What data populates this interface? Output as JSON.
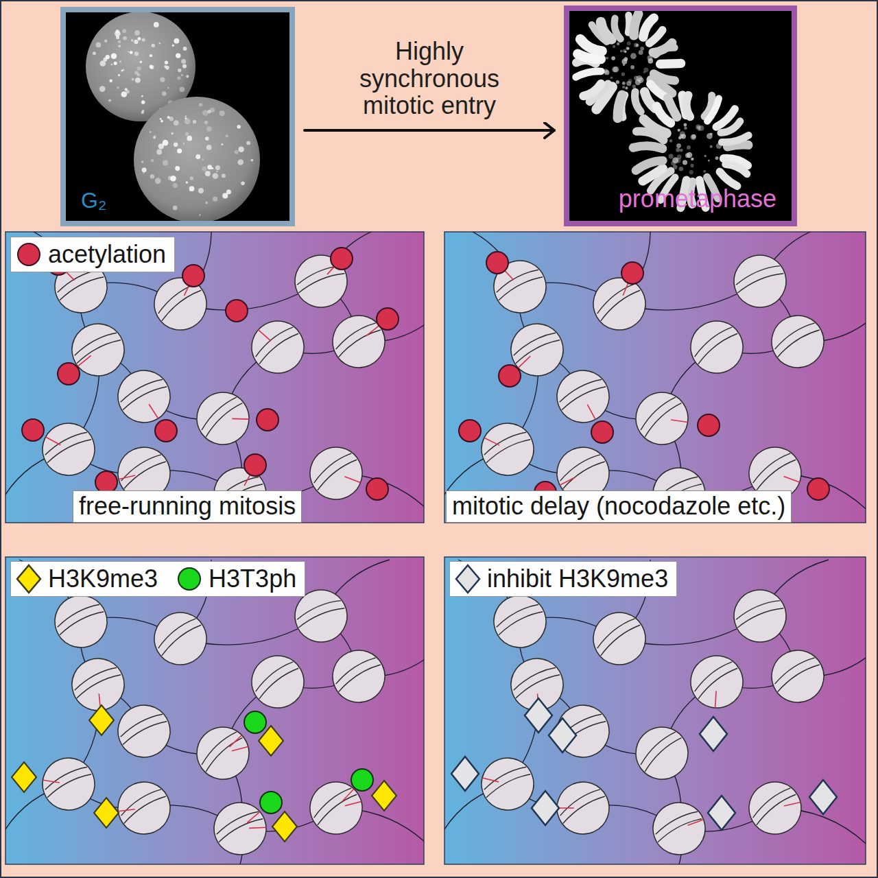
{
  "diagram": {
    "nodes": [
      {
        "text": [
          "G₂"
        ]
      },
      {
        "text": [
          "prometaphase"
        ]
      },
      {
        "text": [
          "free-running mitosis"
        ]
      },
      {
        "text": [
          "mitotic delay (nocodazole etc.)"
        ]
      }
    ],
    "edges": [
      {
        "from": 0,
        "to": 1,
        "arrow": "to",
        "label": "Highly synchronous mitotic entry"
      }
    ],
    "legend": [
      {
        "text": "acetylation",
        "color": "#d7304c"
      },
      {
        "text": "H3K9me3",
        "color": "#ffe600"
      },
      {
        "text": "H3T3ph",
        "color": "#19d81c"
      },
      {
        "text": "inhibit H3K9me3",
        "color": "#e4e4e6"
      }
    ]
  }
}
